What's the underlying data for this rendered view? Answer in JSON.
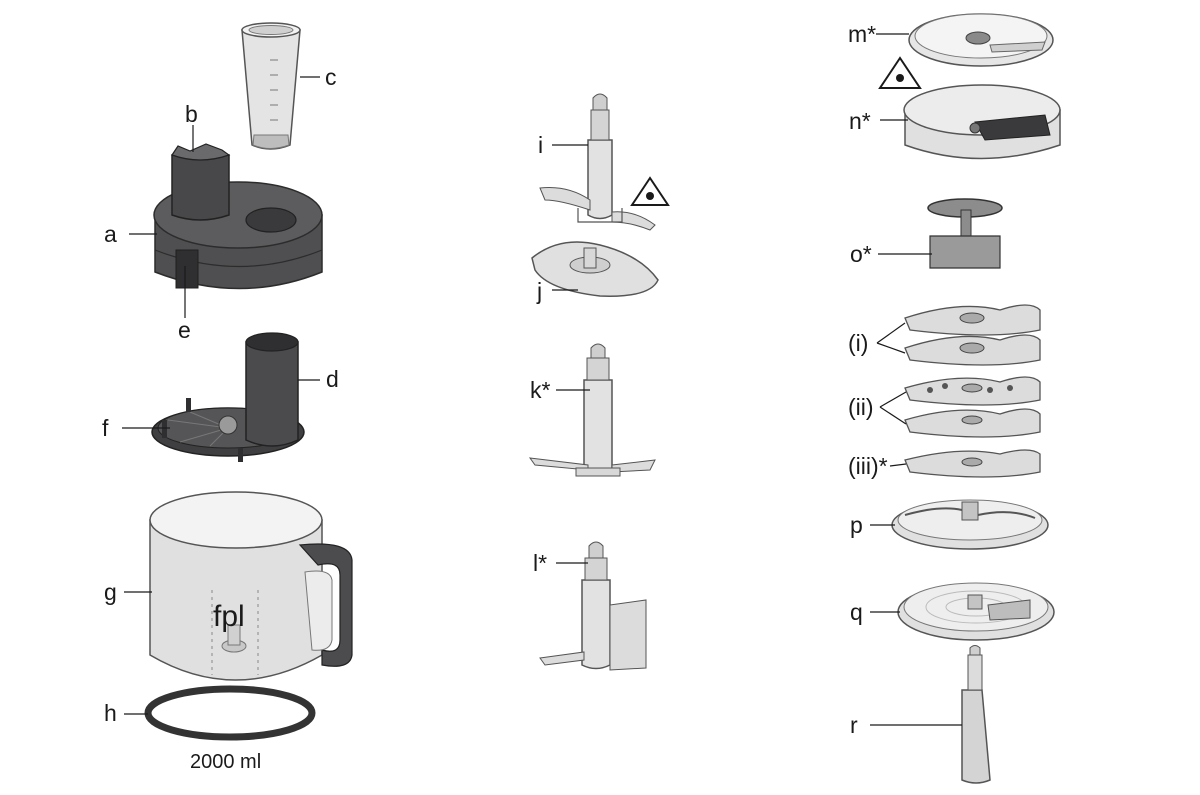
{
  "labels": {
    "a": "a",
    "b": "b",
    "c": "c",
    "d": "d",
    "e": "e",
    "f": "f",
    "g": "g",
    "h": "h",
    "i": "i",
    "j": "j",
    "k": "k*",
    "l": "l*",
    "m": "m*",
    "n": "n*",
    "o": "o*",
    "ii_1": "(i)",
    "ii_2": "(ii)",
    "ii_3": "(iii)*",
    "p": "p",
    "q": "q",
    "r": "r"
  },
  "bowl_text": "fpl",
  "capacity": "2000 ml",
  "colors": {
    "dark_part": "#4a4a4c",
    "light_part": "#dcdcdc",
    "outline": "#555555",
    "line": "#1a1a1a"
  }
}
